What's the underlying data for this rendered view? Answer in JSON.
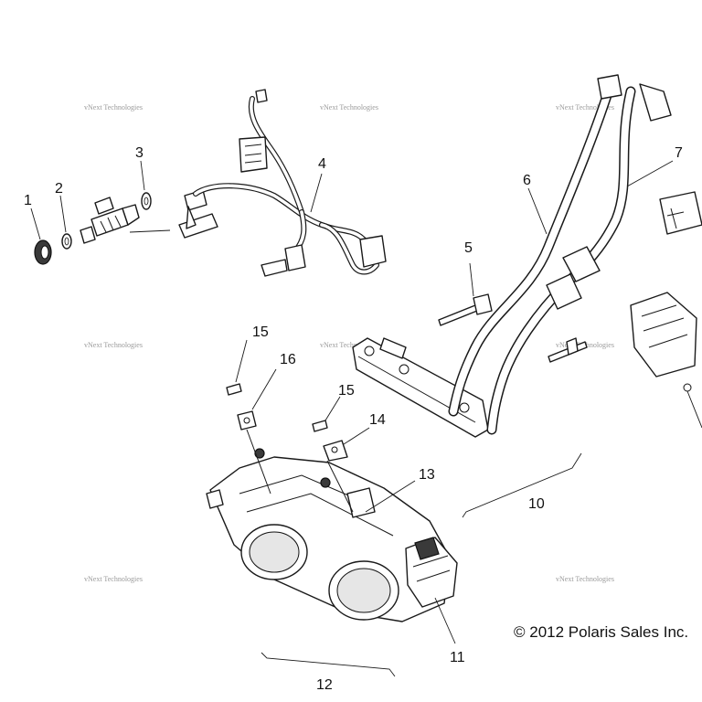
{
  "callouts": [
    {
      "id": "1",
      "label": "1"
    },
    {
      "id": "2",
      "label": "2"
    },
    {
      "id": "3",
      "label": "3"
    },
    {
      "id": "4",
      "label": "4"
    },
    {
      "id": "5",
      "label": "5"
    },
    {
      "id": "6",
      "label": "6"
    },
    {
      "id": "7",
      "label": "7"
    },
    {
      "id": "10",
      "label": "10"
    },
    {
      "id": "11",
      "label": "11"
    },
    {
      "id": "12",
      "label": "12"
    },
    {
      "id": "13",
      "label": "13"
    },
    {
      "id": "14",
      "label": "14"
    },
    {
      "id": "15a",
      "label": "15"
    },
    {
      "id": "15b",
      "label": "15"
    },
    {
      "id": "16",
      "label": "16"
    }
  ],
  "watermark": "vNext Technologies",
  "copyright": "© 2012 Polaris Sales Inc."
}
